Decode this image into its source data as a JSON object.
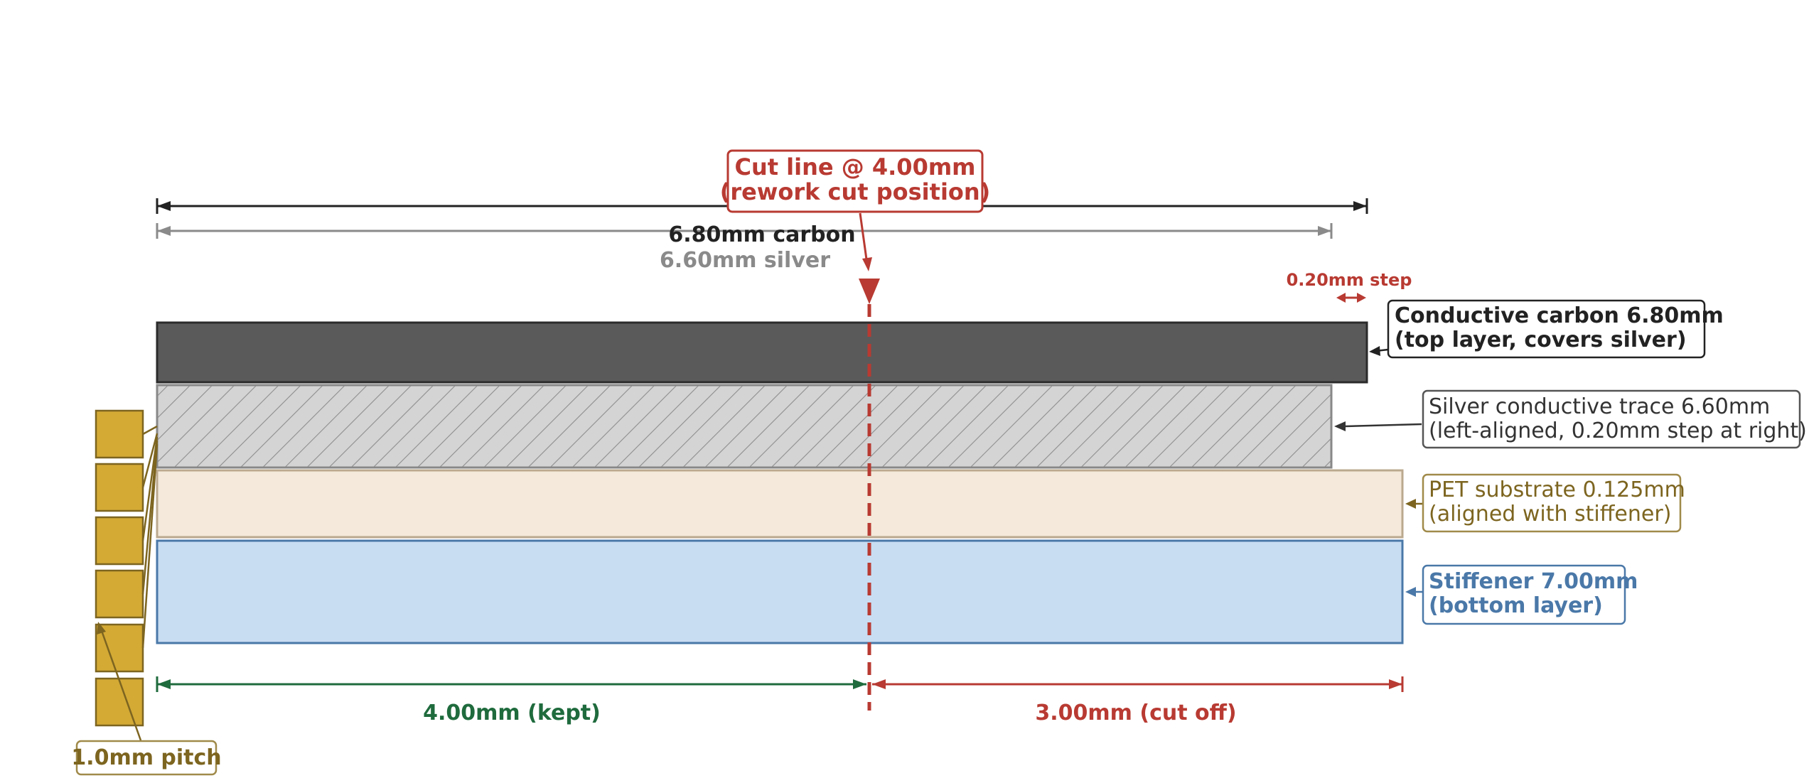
{
  "colors": {
    "carbon_fill": "#5a5a5a",
    "carbon_stroke": "#2b2b2b",
    "silver_fill": "#d4d4d4",
    "silver_stroke": "#888888",
    "pet_fill": "#f4e9da",
    "pet_stroke": "#bba98f",
    "stiffener_fill": "#c9ddf2",
    "stiffener_stroke": "#4a78a8",
    "cut": "#b83a32",
    "kept": "#1f6b3d",
    "dark": "#222222",
    "gray": "#8a8a8a",
    "gold": "#d4aa35",
    "gold_dark": "#7d6520",
    "blue_text": "#4a78a8",
    "olive_text": "#7d6520"
  },
  "cut_label": {
    "line1": "Cut line @ 4.00mm",
    "line2": "(rework cut position)"
  },
  "dims": {
    "carbon_width": "6.80mm carbon",
    "silver_width": "6.60mm silver",
    "step": "0.20mm step",
    "kept": "4.00mm (kept)",
    "cut_off": "3.00mm (cut off)"
  },
  "layers": {
    "carbon": {
      "line1": "Conductive carbon 6.80mm",
      "line2": "(top layer, covers silver)"
    },
    "silver": {
      "line1": "Silver conductive trace 6.60mm",
      "line2": "(left-aligned, 0.20mm step at right)"
    },
    "pet": {
      "line1": "PET substrate 0.125mm",
      "line2": "(aligned with stiffener)"
    },
    "stiffener": {
      "line1": "Stiffener 7.00mm",
      "line2": "(bottom layer)"
    }
  },
  "pitch_label": "1.0mm pitch"
}
